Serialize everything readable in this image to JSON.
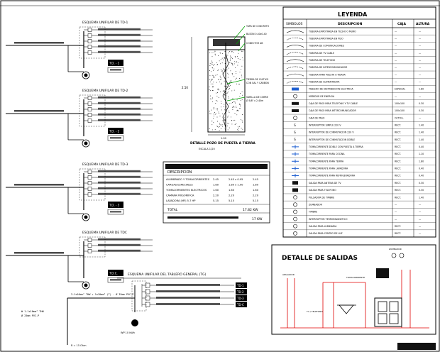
{
  "diagrams": [
    {
      "title": "ESQUEMA UNIFILAR DE TD-1",
      "tag": "T.D. - 1"
    },
    {
      "title": "ESQUEMA UNIFILAR DE TD-2",
      "tag": "T.D. - 2"
    },
    {
      "title": "ESQUEMA UNIFILAR DE TD-3",
      "tag": "T.D. - 3"
    },
    {
      "title": "ESQUEMA UNIFILAR DE TDC",
      "tag": "T.D.C."
    }
  ],
  "general_board": {
    "title": "ESQUEMA UNIFILAR DEL TABLERO GENERAL (TG)",
    "outputs": [
      "TD-1",
      "TD-2",
      "TD-3",
      "TD-C"
    ]
  },
  "grounding": {
    "title": "DETALLE POZO DE PUESTA A TIERRA",
    "scale": "ESCALA 1/20"
  },
  "demand_table": {
    "header": "DESCRIPCION",
    "rows": [
      {
        "label": "ALUMBRADO Y TOMACORRIENTES",
        "a": "2.45",
        "b": "2.45 x 0.95",
        "c": "2.45"
      },
      {
        "label": "CARGAS ESPECIALES",
        "a": "1.80",
        "b": "1.80 x 1.00",
        "c": "1.80"
      },
      {
        "label": "TOMACORRIENTES ELECTRICOS",
        "a": "1.60",
        "b": "1.60",
        "c": "1.60"
      },
      {
        "label": "CAMARA FRIGORIFICA",
        "a": "2.20",
        "b": "2.20",
        "c": "2.20"
      },
      {
        "label": "LAVADORA (MF) 5.7 HP",
        "a": "5.15",
        "b": "5.15",
        "c": "5.15"
      }
    ],
    "total_label": "TOTAL",
    "total_value": "17.82 KW",
    "footer_value": "17 KW"
  },
  "legend": {
    "title": "LEYENDA",
    "headers": {
      "symbols": "SIMBOLOS",
      "description": "DESCRIPCION",
      "box": "CAJA",
      "height": "ALTURA"
    },
    "rows": [
      {
        "desc": "TUBERIA EMPOTRADA EN TECHO O MURO",
        "box": "—",
        "height": "—"
      },
      {
        "desc": "TUBERIA EMPOTRADA EN PISO",
        "box": "—",
        "height": "—"
      },
      {
        "desc": "TUBERIA DE COMUNICACIONES",
        "box": "—",
        "height": "—"
      },
      {
        "desc": "TUBERIA DE TV CABLE",
        "box": "—",
        "height": "—"
      },
      {
        "desc": "TUBERIA DE TELEFONO",
        "box": "—",
        "height": "—"
      },
      {
        "desc": "TUBERIA DE INTERCOMUNICADOR",
        "box": "—",
        "height": "—"
      },
      {
        "desc": "TUBERIA PARA PUESTA A TIERRA",
        "box": "—",
        "height": "—"
      },
      {
        "desc": "TUBERIA DE ALIMENTADOR",
        "box": "—",
        "height": "—"
      },
      {
        "desc": "TABLERO DE DISTRIBUCION ELECTRICA",
        "box": "ESPECIAL",
        "height": "1.80"
      },
      {
        "desc": "MEDIDOR DE ENERGIA",
        "box": "—",
        "height": "—"
      },
      {
        "desc": "CAJA DE PASO PARA TELEFONO Y TV CABLE",
        "box": "100x100",
        "height": "0.30"
      },
      {
        "desc": "CAJA DE PASO PARA INTERCOMUNICADOR",
        "box": "100x100",
        "height": "0.30"
      },
      {
        "desc": "CAJA DE PASO",
        "box": "OCTOG.",
        "height": "—"
      },
      {
        "desc": "INTERRUPTOR SIMPLE 220 V",
        "box": "RECT.",
        "height": "1.40"
      },
      {
        "desc": "INTERRUPTOR DE CONMUTACION 220 V",
        "box": "RECT.",
        "height": "1.40"
      },
      {
        "desc": "INTERRUPTOR DE CONMUTACION DOBLE",
        "box": "RECT.",
        "height": "1.40"
      },
      {
        "desc": "TOMACORRIENTE DOBLE CON PUESTA A TIERRA",
        "box": "RECT.",
        "height": "0.40"
      },
      {
        "desc": "TOMACORRIENTE PARA COCINA",
        "box": "RECT.",
        "height": "1.10"
      },
      {
        "desc": "TOMACORRIENTE PARA TERMA",
        "box": "RECT.",
        "height": "1.80"
      },
      {
        "desc": "TOMACORRIENTE PARA LAVADORA",
        "box": "RECT.",
        "height": "0.40"
      },
      {
        "desc": "TOMACORRIENTE PARA REFRIGERADORA",
        "box": "RECT.",
        "height": "0.40"
      },
      {
        "desc": "SALIDA PARA ANTENA DE TV",
        "box": "RECT.",
        "height": "0.30"
      },
      {
        "desc": "SALIDA PARA TELEFONO",
        "box": "RECT.",
        "height": "0.30"
      },
      {
        "desc": "PULSADOR DE TIMBRE",
        "box": "RECT.",
        "height": "1.40"
      },
      {
        "desc": "ZUMBADOR",
        "box": "—",
        "height": "—"
      },
      {
        "desc": "TIMBRE",
        "box": "—",
        "height": "—"
      },
      {
        "desc": "INTERRUPTOR TERMOMAGNETICO",
        "box": "—",
        "height": "—"
      },
      {
        "desc": "SALIDA PARA LUMINARIA",
        "box": "RECT.",
        "height": "—"
      },
      {
        "desc": "SALIDA PARA CENTRO DE LUZ",
        "box": "RECT.",
        "height": "—"
      }
    ]
  },
  "outlets_detail": {
    "title": "DETALLE DE SALIDAS"
  },
  "colors": {
    "line": "#000000",
    "accent_green": "#00a000",
    "accent_blue": "#1f5fd0",
    "accent_red": "#e00000"
  }
}
